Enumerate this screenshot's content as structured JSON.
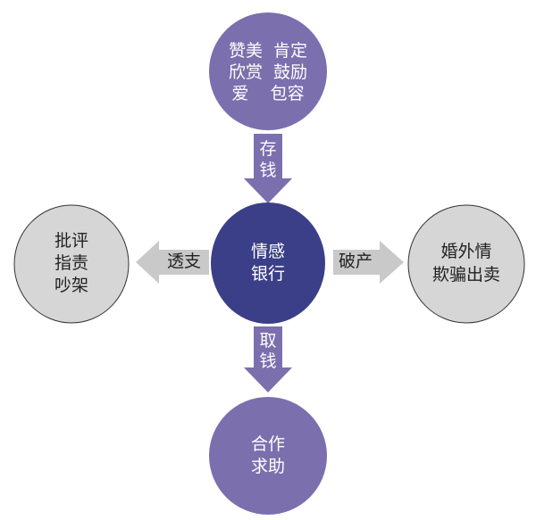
{
  "center": {
    "lines": [
      "情感",
      "银行"
    ],
    "color": "#3b3f88"
  },
  "top": {
    "lines": [
      "赞美  肯定",
      "欣赏  鼓励",
      "爱    包容"
    ],
    "color": "#7b6fae"
  },
  "bottom": {
    "lines": [
      "合作",
      "求助"
    ],
    "color": "#7b6fae"
  },
  "left": {
    "lines": [
      "批评",
      "指责",
      "吵架"
    ],
    "color": "#d6d6d6"
  },
  "right": {
    "lines": [
      "婚外情",
      "欺骗出卖"
    ],
    "color": "#d6d6d6"
  },
  "arrows": {
    "deposit": [
      "存",
      "钱"
    ],
    "withdraw": [
      "取",
      "钱"
    ],
    "overdraft": "透支",
    "bankrupt": "破产"
  }
}
